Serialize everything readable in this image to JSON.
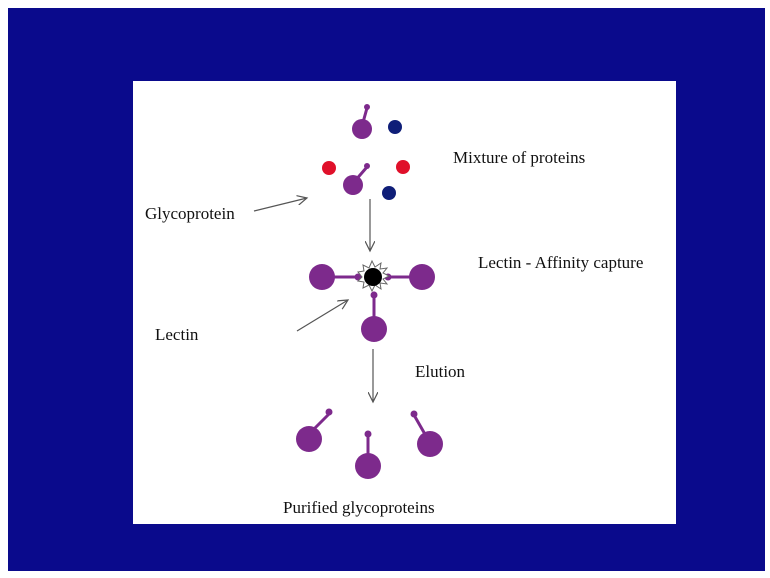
{
  "colors": {
    "background": "#0a0a8c",
    "panel": "#ffffff",
    "glycoprotein": "#7d2a8c",
    "blue_protein": "#0f1e78",
    "red_protein": "#e0102a",
    "lectin_bead": "#000000",
    "arrow": "#555555"
  },
  "labels": {
    "mixture": "Mixture of proteins",
    "glycoprotein": "Glycoprotein",
    "lectin_capture": "Lectin - Affinity capture",
    "lectin": "Lectin",
    "elution": "Elution",
    "purified": "Purified glycoproteins"
  },
  "icons": {
    "glycoprotein": "glycoprotein-lollipop-icon",
    "non_glycoprotein": "protein-dot-icon",
    "lectin_bead": "lectin-bead-icon"
  }
}
